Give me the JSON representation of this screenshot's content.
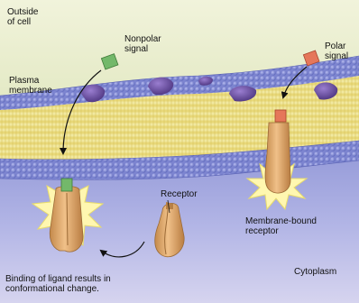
{
  "labels": {
    "outside_cell": "Outside\nof cell",
    "nonpolar_signal": "Nonpolar\nsignal",
    "polar_signal": "Polar\nsignal",
    "plasma_membrane": "Plasma\nmembrane",
    "receptor": "Receptor",
    "membrane_bound_receptor": "Membrane-bound\nreceptor",
    "cytoplasm": "Cytoplasm",
    "binding_caption": "Binding of ligand results in\nconformational change."
  },
  "colors": {
    "outside": "#e8ecc8",
    "cytoplasm": "#9fa4dd",
    "head_groups": "#6f78cc",
    "lipid_tails": "#ece38a",
    "membrane_protein": "#6a4f97",
    "receptor": "#d9a468",
    "nonpolar_signal": "#73b86a",
    "polar_signal": "#e5775a",
    "burst": "#fff7b0"
  }
}
